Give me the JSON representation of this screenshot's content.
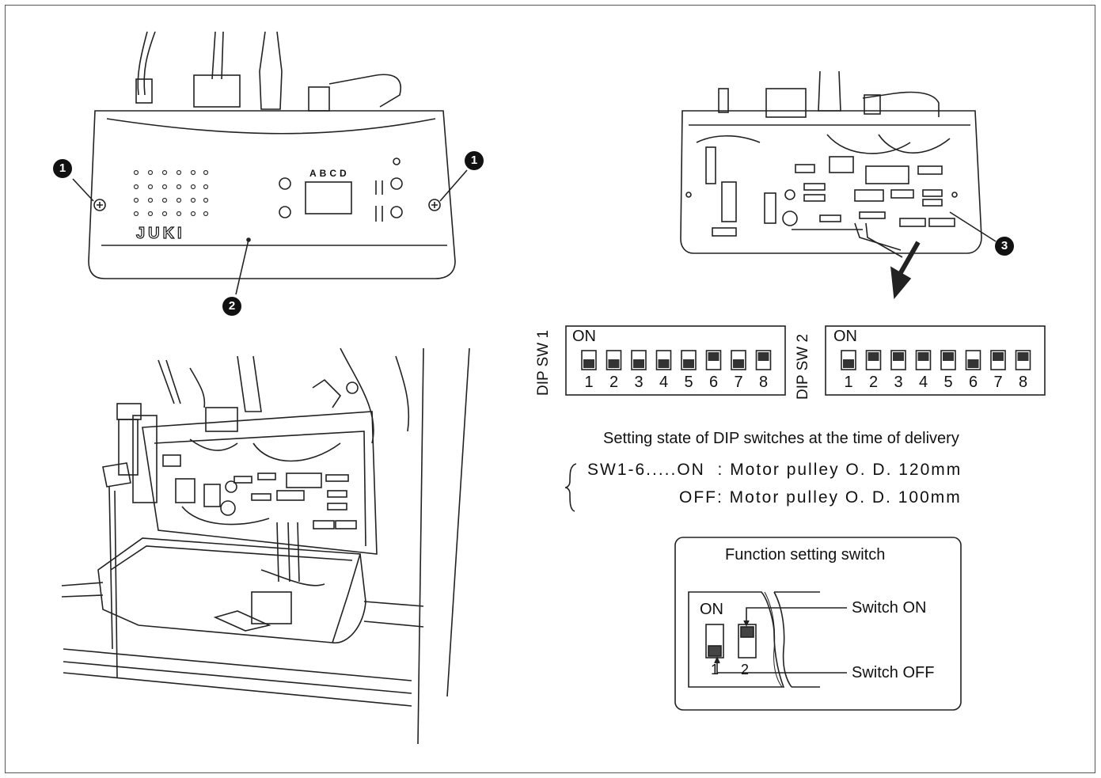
{
  "panel": {
    "brand": "JUKI",
    "display_letters": "ABCD"
  },
  "callouts": {
    "screw_left": "1",
    "screw_right": "1",
    "cover_screw": "2",
    "dip_location": "3"
  },
  "dip_sw1": {
    "label": "DIP SW 1",
    "on_label": "ON",
    "numbers": [
      "1",
      "2",
      "3",
      "4",
      "5",
      "6",
      "7",
      "8"
    ],
    "states": [
      1,
      1,
      1,
      1,
      1,
      0,
      1,
      0
    ]
  },
  "dip_sw2": {
    "label": "DIP SW 2",
    "on_label": "ON",
    "numbers": [
      "1",
      "2",
      "3",
      "4",
      "5",
      "6",
      "7",
      "8"
    ],
    "states": [
      1,
      0,
      0,
      0,
      0,
      1,
      0,
      0
    ]
  },
  "delivery": {
    "caption": "Setting state of DIP switches at the time of delivery",
    "line1": "SW1-6.....ON  : Motor pulley O. D. 120mm",
    "line2": "OFF: Motor pulley O. D. 100mm"
  },
  "function_switch": {
    "title": "Function setting switch",
    "on_label": "ON",
    "switch_on": "Switch ON",
    "switch_off": "Switch OFF",
    "num1": "1",
    "num2": "2"
  }
}
